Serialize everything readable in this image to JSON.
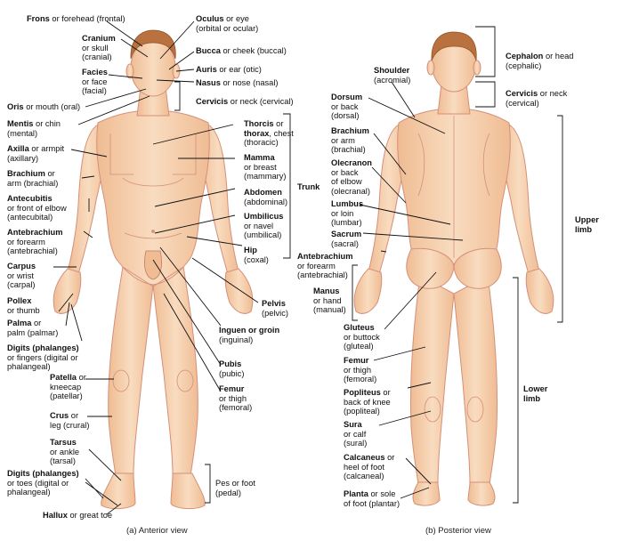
{
  "anterior": {
    "caption": "(a) Anterior view",
    "labels": [
      {
        "id": "frons",
        "term": "Frons",
        "rest": " or forehead (frontal)"
      },
      {
        "id": "cranium",
        "term": "Cranium",
        "rest": "",
        "l2": "or skull",
        "l3": "(cranial)"
      },
      {
        "id": "facies",
        "term": "Facies",
        "rest": "",
        "l2": "or face",
        "l3": "(facial)"
      },
      {
        "id": "oris",
        "term": "Oris",
        "rest": " or mouth (oral)"
      },
      {
        "id": "mentis",
        "term": "Mentis",
        "rest": " or chin",
        "l2": "(mental)"
      },
      {
        "id": "axilla",
        "term": "Axilla",
        "rest": " or armpit",
        "l2": "(axillary)"
      },
      {
        "id": "brachium",
        "term": "Brachium",
        "rest": " or",
        "l2": "arm (brachial)"
      },
      {
        "id": "antecubitis",
        "term": "Antecubitis",
        "rest": "",
        "l2": "or front of elbow",
        "l3": "(antecubital)"
      },
      {
        "id": "antebrachium",
        "term": "Antebrachium",
        "rest": "",
        "l2": "or forearm",
        "l3": "(antebrachial)"
      },
      {
        "id": "carpus",
        "term": "Carpus",
        "rest": "",
        "l2": "or wrist",
        "l3": "(carpal)"
      },
      {
        "id": "pollex",
        "term": "Pollex",
        "rest": "",
        "l2": "or thumb"
      },
      {
        "id": "palma",
        "term": "Palma",
        "rest": " or",
        "l2": "palm (palmar)"
      },
      {
        "id": "digits_hand",
        "term": "Digits (phalanges)",
        "rest": "",
        "l2": "or fingers (digital or",
        "l3": "phalangeal)"
      },
      {
        "id": "patella",
        "term": "Patella",
        "rest": " or",
        "l2": "kneecap",
        "l3": "(patellar)"
      },
      {
        "id": "crus",
        "term": "Crus",
        "rest": " or",
        "l2": "leg (crural)"
      },
      {
        "id": "tarsus",
        "term": "Tarsus",
        "rest": "",
        "l2": "or ankle",
        "l3": "(tarsal)"
      },
      {
        "id": "digits_foot",
        "term": "Digits (phalanges)",
        "rest": "",
        "l2": "or toes (digital or",
        "l3": "phalangeal)"
      },
      {
        "id": "hallux",
        "term": "Hallux",
        "rest": " or great toe"
      },
      {
        "id": "oculus",
        "term": "Oculus",
        "rest": " or eye",
        "l2": "(orbital or ocular)"
      },
      {
        "id": "bucca",
        "term": "Bucca",
        "rest": " or cheek (buccal)"
      },
      {
        "id": "auris",
        "term": "Auris",
        "rest": " or ear (otic)"
      },
      {
        "id": "nasus",
        "term": "Nasus",
        "rest": " or nose (nasal)"
      },
      {
        "id": "cervicis_a",
        "term": "Cervicis",
        "rest": " or neck (cervical)"
      },
      {
        "id": "thorcis",
        "term": "Thorcis",
        "rest": " or",
        "l2b": "thorax",
        "l2": ", chest",
        "l3": "(thoracic)"
      },
      {
        "id": "mamma",
        "term": "Mamma",
        "rest": "",
        "l2": "or breast",
        "l3": "(mammary)"
      },
      {
        "id": "abdomen",
        "term": "Abdomen",
        "rest": "",
        "l2": "(abdominal)"
      },
      {
        "id": "umbilicus",
        "term": "Umbilicus",
        "rest": "",
        "l2": "or navel",
        "l3": "(umbilical)"
      },
      {
        "id": "hip",
        "term": "Hip",
        "rest": "",
        "l2": "(coxal)"
      },
      {
        "id": "pelvis",
        "term": "Pelvis",
        "rest": "",
        "l2": "(pelvic)"
      },
      {
        "id": "inguen",
        "term": "Inguen or groin",
        "rest": "",
        "l2": "(inguinal)"
      },
      {
        "id": "pubis",
        "term": "Pubis",
        "rest": "",
        "l2": "(pubic)"
      },
      {
        "id": "femur_a",
        "term": "Femur",
        "rest": "",
        "l2": "or thigh",
        "l3": "(femoral)"
      }
    ],
    "trunk_label": "Trunk",
    "pes": {
      "l1": "Pes or foot",
      "l2": "(pedal)"
    }
  },
  "posterior": {
    "caption": "(b) Posterior view",
    "labels": [
      {
        "id": "shoulder",
        "term": "Shoulder",
        "rest": "",
        "l2": "(acromial)"
      },
      {
        "id": "dorsum",
        "term": "Dorsum",
        "rest": "",
        "l2": "or back",
        "l3": "(dorsal)"
      },
      {
        "id": "brachium_p",
        "term": "Brachium",
        "rest": "",
        "l2": "or arm",
        "l3": "(brachial)"
      },
      {
        "id": "olecranon",
        "term": "Olecranon",
        "rest": "",
        "l2": "or back",
        "l3": "of elbow",
        "l4": "(olecranal)"
      },
      {
        "id": "lumbus",
        "term": "Lumbus",
        "rest": "",
        "l2": "or loin",
        "l3": "(lumbar)"
      },
      {
        "id": "sacrum",
        "term": "Sacrum",
        "rest": "",
        "l2": "(sacral)"
      },
      {
        "id": "antebrachium_p",
        "term": "Antebrachium",
        "rest": "",
        "l2": "or forearm",
        "l3": "(antebrachial)"
      },
      {
        "id": "manus",
        "term": "Manus",
        "rest": "",
        "l2": "or hand",
        "l3": "(manual)"
      },
      {
        "id": "gluteus",
        "term": "Gluteus",
        "rest": "",
        "l2": "or buttock",
        "l3": "(gluteal)"
      },
      {
        "id": "femur_p",
        "term": "Femur",
        "rest": "",
        "l2": "or thigh",
        "l3": "(femoral)"
      },
      {
        "id": "popliteus",
        "term": "Popliteus",
        "rest": " or",
        "l2": "back of knee",
        "l3": "(popliteal)"
      },
      {
        "id": "sura",
        "term": "Sura",
        "rest": "",
        "l2": "or calf",
        "l3": "(sural)"
      },
      {
        "id": "calcaneus",
        "term": "Calcaneus",
        "rest": " or",
        "l2": "heel of foot",
        "l3": "(calcaneal)"
      },
      {
        "id": "planta",
        "term": "Planta",
        "rest": " or sole",
        "l2": "of foot (plantar)"
      },
      {
        "id": "cephalon",
        "term": "Cephalon",
        "rest": " or head",
        "l2": "(cephalic)"
      },
      {
        "id": "cervicis_p",
        "term": "Cervicis",
        "rest": " or neck",
        "l2": "(cervical)"
      },
      {
        "id": "upper_limb",
        "term": "Upper",
        "rest": "",
        "l2b": "limb"
      },
      {
        "id": "lower_limb",
        "term": "Lower",
        "rest": "",
        "l2b": "limb"
      }
    ]
  },
  "colors": {
    "skin": "#f6cfab",
    "skin_line": "#d58f7a",
    "hair": "#b8713f",
    "leader": "#111111"
  }
}
